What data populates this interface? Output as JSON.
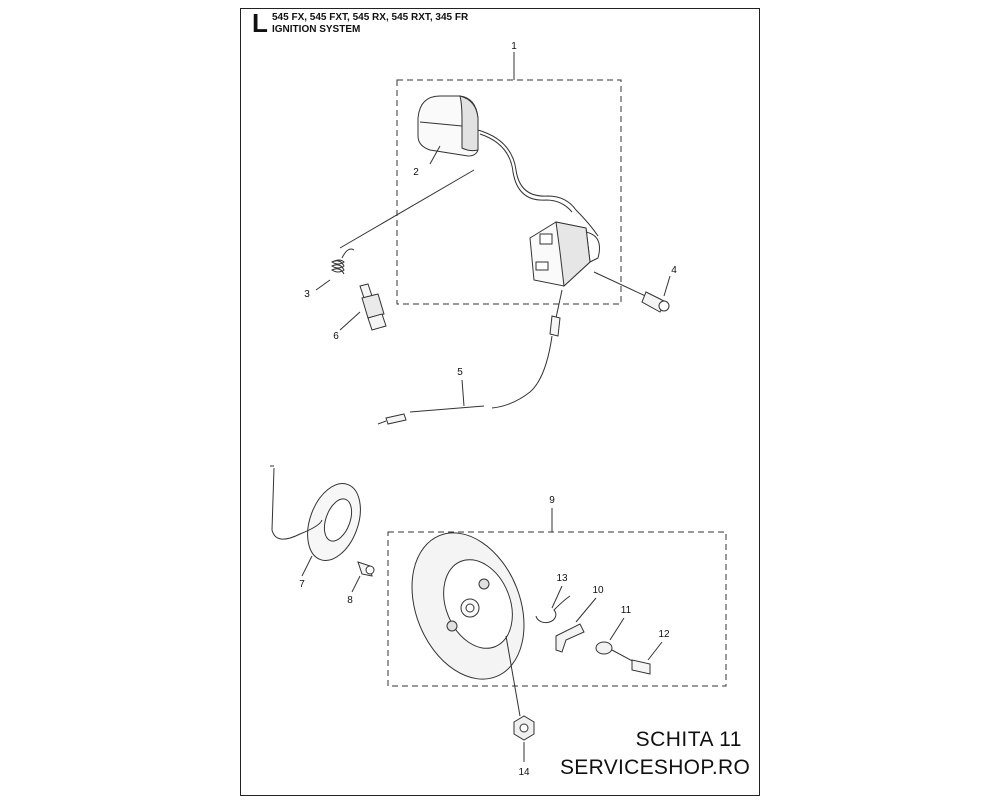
{
  "header": {
    "section_letter": "L",
    "models": "545 FX, 545 FXT, 545 RX, 545 RXT, 345 FR",
    "system": "IGNITION SYSTEM"
  },
  "callouts": {
    "c1": "1",
    "c2": "2",
    "c3": "3",
    "c4": "4",
    "c5": "5",
    "c6": "6",
    "c7": "7",
    "c8": "8",
    "c9": "9",
    "c10": "10",
    "c11": "11",
    "c12": "12",
    "c13": "13",
    "c14": "14"
  },
  "footer": {
    "sheet_label": "SCHITA 11",
    "shop": "SERVICESHOP.RO"
  }
}
